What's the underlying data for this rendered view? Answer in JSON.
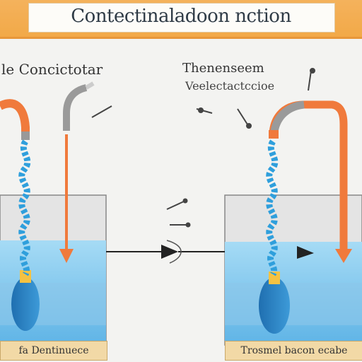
{
  "title": "Contectinaladoon nction",
  "labels": {
    "left_header": "le Concictotar",
    "right_header_line1": "Thenenseem",
    "right_header_line2": "Veelectactccioe"
  },
  "captions": {
    "left": "fa Dentinuece",
    "right": "Trosmel bacon ecabe"
  },
  "colors": {
    "title_band": "#f2a948",
    "pipe_orange": "#f07a3c",
    "pipe_grey": "#9a9a9a",
    "water": "#7fc6ec",
    "droplet_blue": "#2f9fdc",
    "caption_bg": "#f2d9a6"
  }
}
